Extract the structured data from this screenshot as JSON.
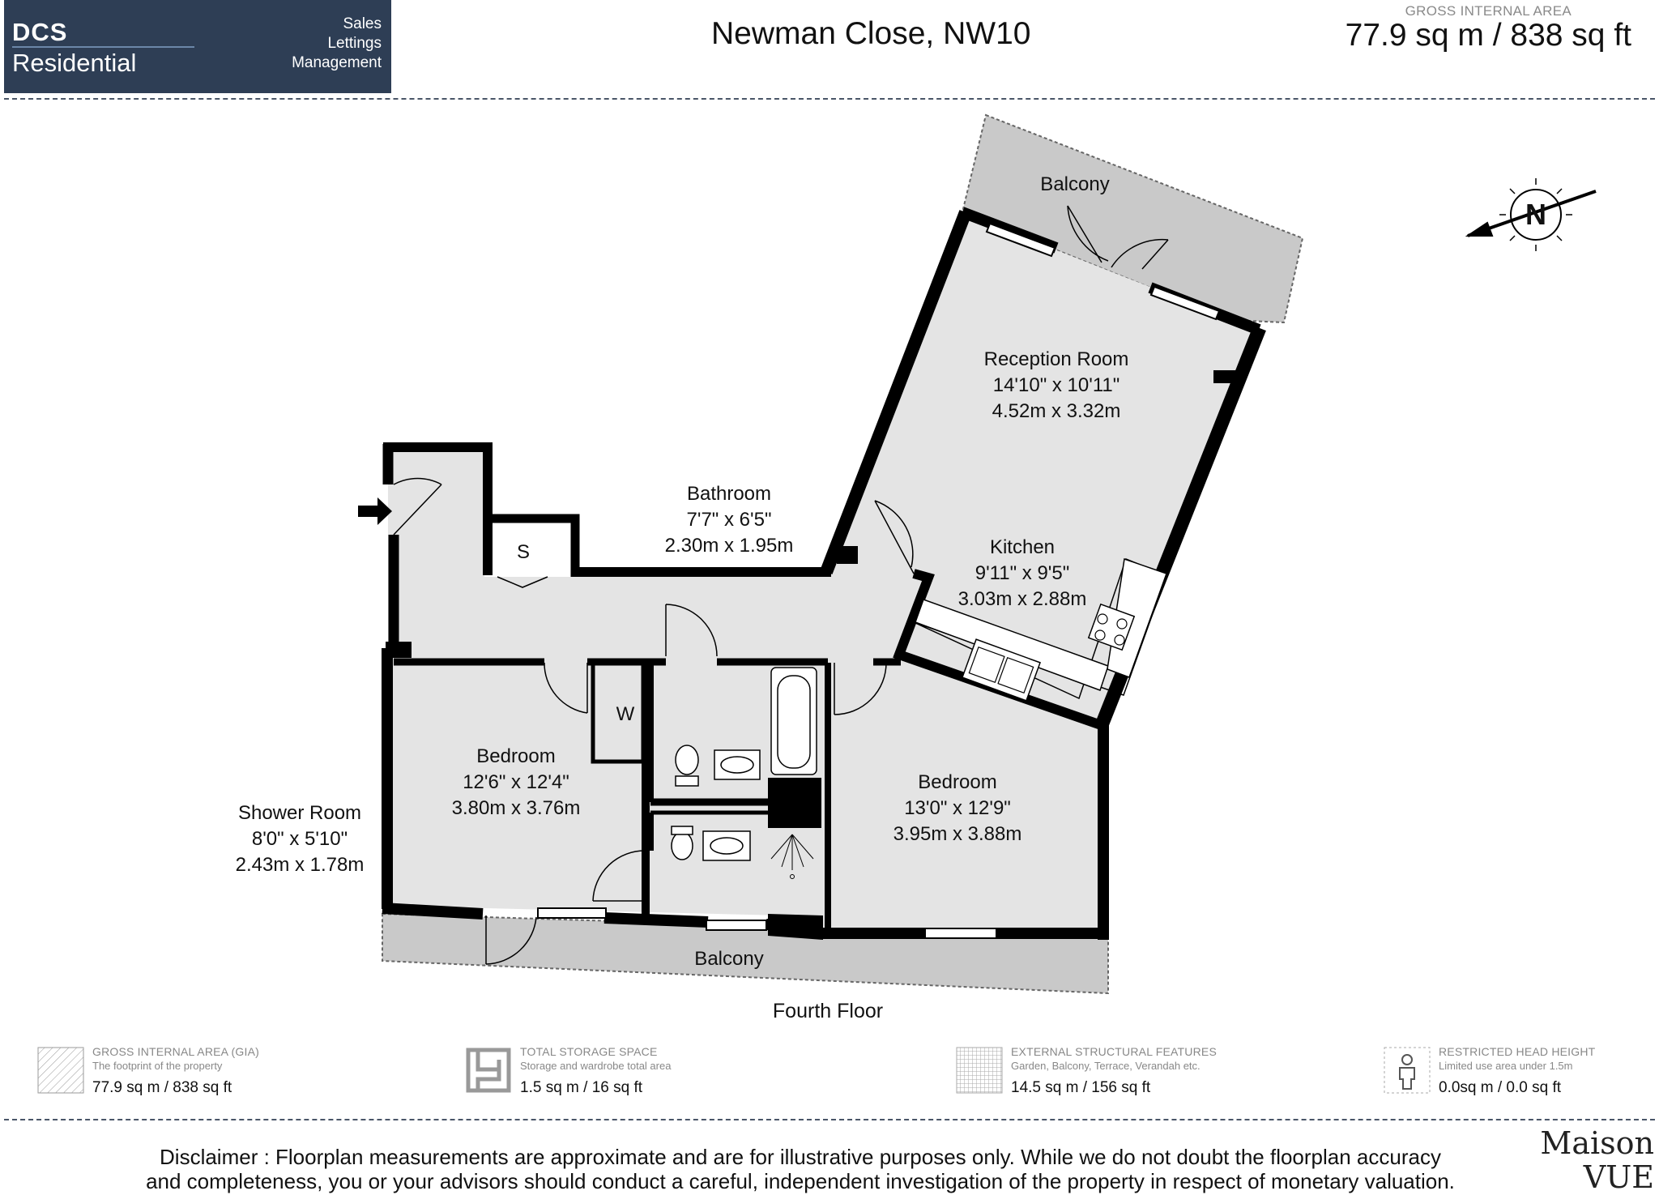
{
  "header": {
    "logo": {
      "line1": "DCS",
      "line2": "Residential",
      "services": [
        "Sales",
        "Lettings",
        "Management"
      ]
    },
    "title": "Newman Close, NW10",
    "gia_caption": "GROSS INTERNAL AREA",
    "gia_value": "77.9 sq m / 838 sq ft"
  },
  "compass": {
    "letter": "N",
    "icon": "compass-arrow-icon"
  },
  "rooms": {
    "reception": {
      "name": "Reception Room",
      "imperial": "14'10\" x 10'11\"",
      "metric": "4.52m x 3.32m"
    },
    "kitchen": {
      "name": "Kitchen",
      "imperial": "9'11\" x 9'5\"",
      "metric": "3.03m x 2.88m"
    },
    "bathroom": {
      "name": "Bathroom",
      "imperial": "7'7\" x 6'5\"",
      "metric": "2.30m x 1.95m"
    },
    "bedroom_left": {
      "name": "Bedroom",
      "imperial": "12'6\" x 12'4\"",
      "metric": "3.80m x 3.76m"
    },
    "bedroom_right": {
      "name": "Bedroom",
      "imperial": "13'0\" x 12'9\"",
      "metric": "3.95m x 3.88m"
    },
    "shower": {
      "name": "Shower Room",
      "imperial": "8'0\" x 5'10\"",
      "metric": "2.43m x 1.78m"
    },
    "balcony_top": {
      "name": "Balcony"
    },
    "balcony_bottom": {
      "name": "Balcony"
    },
    "storage": {
      "name": "S"
    },
    "wardrobe": {
      "name": "W"
    }
  },
  "floor_label": "Fourth Floor",
  "legend": [
    {
      "title": "GROSS INTERNAL AREA (GIA)",
      "subtitle": "The footprint of the property",
      "value": "77.9 sq m / 838 sq ft"
    },
    {
      "title": "TOTAL STORAGE SPACE",
      "subtitle": "Storage and wardrobe total area",
      "value": "1.5 sq m / 16 sq ft"
    },
    {
      "title": "EXTERNAL STRUCTURAL FEATURES",
      "subtitle": "Garden, Balcony, Terrace, Verandah etc.",
      "value": "14.5 sq m / 156 sq ft"
    },
    {
      "title": "RESTRICTED HEAD HEIGHT",
      "subtitle": "Limited use area under 1.5m",
      "value": "0.0sq m / 0.0 sq ft"
    }
  ],
  "disclaimer": {
    "line1": "Disclaimer : Floorplan measurements are approximate and are for illustrative purposes only. While we do not doubt the floorplan accuracy",
    "line2": "and completeness, you or your advisors should conduct a careful, independent investigation of the property in respect of monetary valuation."
  },
  "brand": {
    "line1": "Maison",
    "line2": "VUE"
  },
  "colors": {
    "logo_bg": "#2e3e55",
    "floor": "#e4e4e4",
    "balcony": "#c9c9c9",
    "wall": "#000000"
  }
}
